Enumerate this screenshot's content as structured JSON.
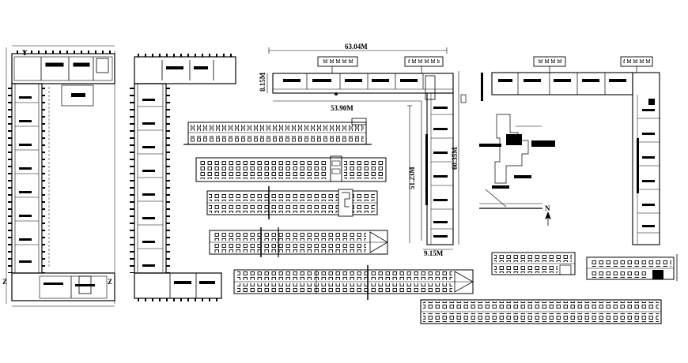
{
  "drawing": {
    "dimensions": {
      "top_width": "63.04M",
      "inner_width": "53.90M",
      "left_height": "8.15M",
      "right_outer_height": "60.35M",
      "right_inner_height": "51.23M",
      "bottom_width": "9.15M"
    },
    "axis_marks": {
      "y_top": "Y",
      "z_left": "Z",
      "z_right": "Z"
    },
    "north_label": "N"
  }
}
